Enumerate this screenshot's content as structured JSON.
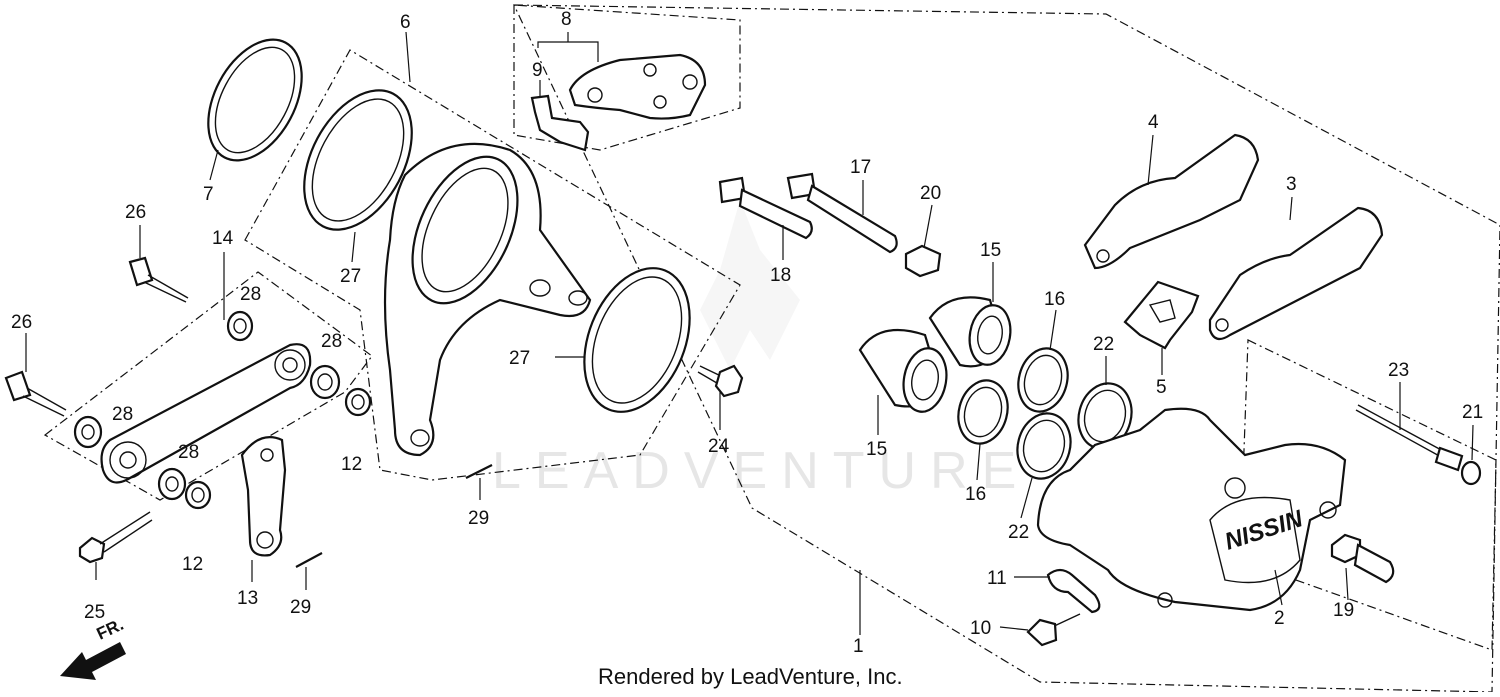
{
  "diagram": {
    "watermark": "LEADVENTURE",
    "credit": "Rendered by LeadVenture, Inc.",
    "direction_label": "FR.",
    "callouts": [
      "1",
      "2",
      "3",
      "4",
      "5",
      "6",
      "7",
      "8",
      "9",
      "10",
      "11",
      "12",
      "12",
      "13",
      "14",
      "15",
      "15",
      "16",
      "16",
      "17",
      "18",
      "19",
      "20",
      "21",
      "22",
      "22",
      "23",
      "24",
      "25",
      "26",
      "26",
      "27",
      "27",
      "28",
      "28",
      "28",
      "28",
      "29",
      "29"
    ]
  }
}
